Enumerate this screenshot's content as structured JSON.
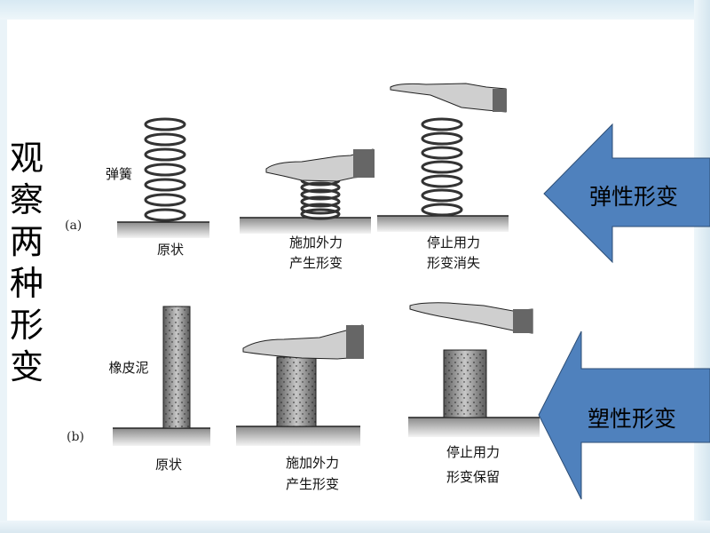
{
  "title": "观察两种形变",
  "row_a": {
    "tag": "(a)",
    "object_label": "弹簧",
    "panels": [
      {
        "caption_1": "原状",
        "caption_2": ""
      },
      {
        "caption_1": "施加外力",
        "caption_2": "产生形变"
      },
      {
        "caption_1": "停止用力",
        "caption_2": "形变消失"
      }
    ]
  },
  "row_b": {
    "tag": "(b)",
    "object_label": "橡皮泥",
    "panels": [
      {
        "caption_1": "原状",
        "caption_2": ""
      },
      {
        "caption_1": "施加外力",
        "caption_2": "产生形变"
      },
      {
        "caption_1": "停止用力",
        "caption_2": "形变保留"
      }
    ]
  },
  "arrows": [
    {
      "label": "弹性形变",
      "color": "#4f81bd"
    },
    {
      "label": "塑性形变",
      "color": "#4f81bd"
    }
  ]
}
